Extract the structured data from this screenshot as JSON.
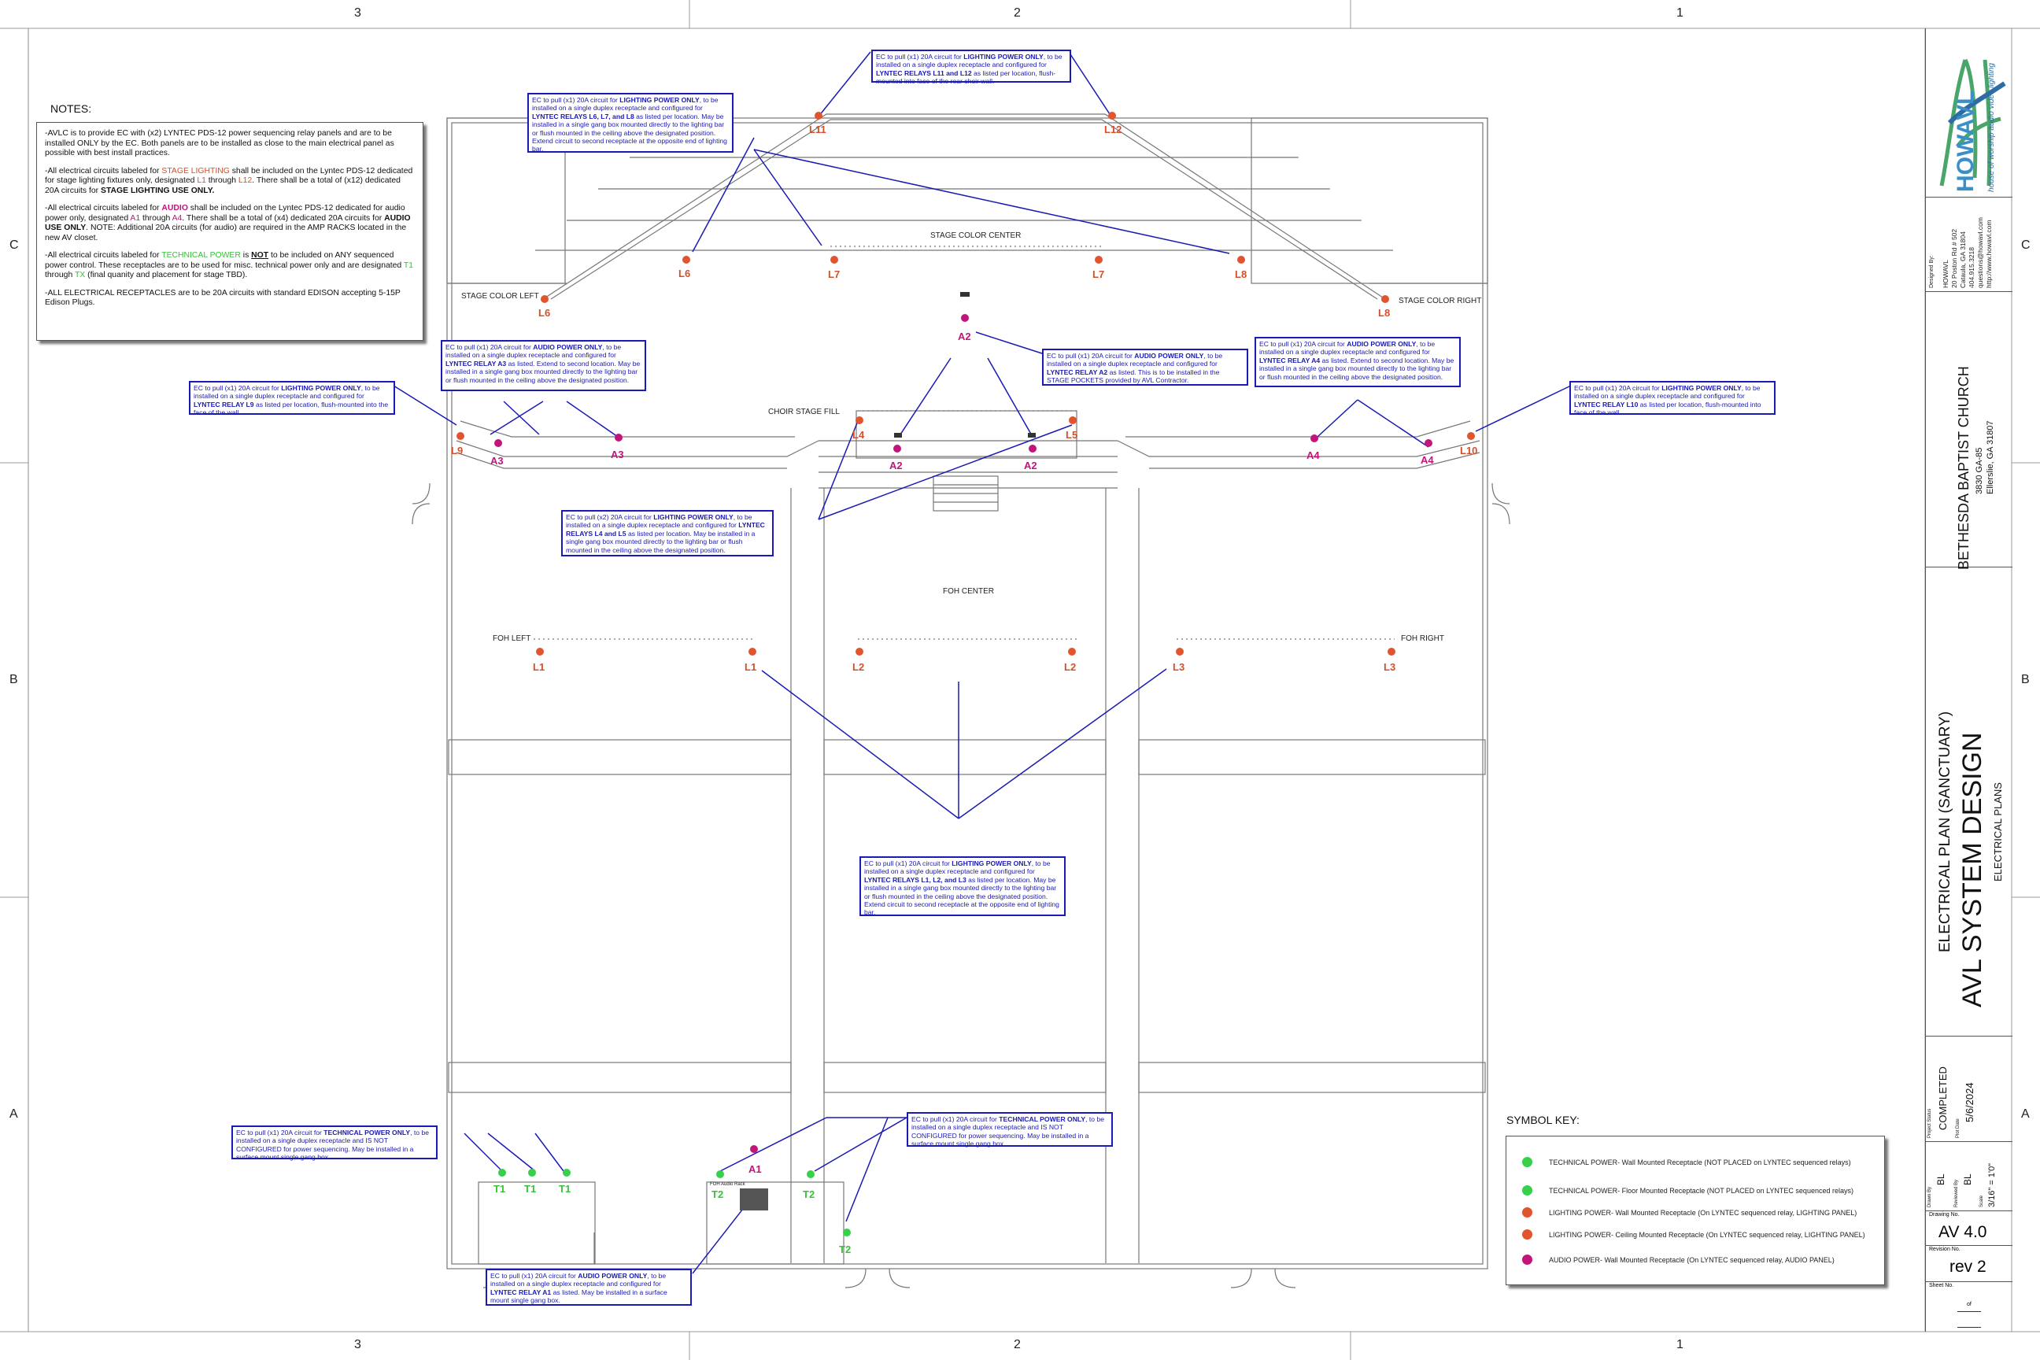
{
  "grid": {
    "top": [
      "3",
      "2",
      "1"
    ],
    "bottom": [
      "3",
      "2",
      "1"
    ],
    "left": [
      "C",
      "B",
      "A"
    ],
    "right": [
      "C",
      "B",
      "A"
    ]
  },
  "notes": {
    "title": "NOTES:",
    "p1": "-AVLC is to provide EC with (x2) LYNTEC PDS-12 power sequencing relay panels and are to be installed ONLY by the EC.  Both panels are to be installed as close to the main electrical panel as possible with best install practices.",
    "p2a": "-All electrical circuits labeled for ",
    "p2b": "STAGE LIGHTING",
    "p2c": " shall be included on the Lyntec PDS-12 dedicated for stage lighting fixtures only, designated ",
    "p2d": "L1",
    "p2e": " through ",
    "p2f": "L12",
    "p2g": ".  There shall be a total of (x12) dedicated 20A circuits for ",
    "p2h": "STAGE LIGHTING USE ONLY.",
    "p3a": "-All electrical circuits labeled for ",
    "p3b": "AUDIO",
    "p3c": " shall be included on the Lyntec PDS-12 dedicated for audio power only, designated ",
    "p3d": "A1",
    "p3e": " through ",
    "p3f": "A4",
    "p3g": ".  There shall be a total of (x4) dedicated 20A circuits for ",
    "p3h": "AUDIO USE ONLY",
    "p3i": ".  NOTE: Additional 20A circuits (for audio) are required in the AMP RACKS located in the new AV closet.",
    "p4a": "-All electrical circuits labeled for ",
    "p4b": "TECHNICAL POWER",
    "p4c": " is ",
    "p4d": "NOT",
    "p4e": " to be included on ANY sequenced power control.  These receptacles are to be used for misc. technical power only and are designated ",
    "p4f": "T1",
    "p4g": " through ",
    "p4h": "TX",
    "p4i": " (final quanity and placement for stage TBD).",
    "p5": "-ALL ELECTRICAL RECEPTACLES are to be 20A circuits with standard EDISON accepting 5-15P Edison Plugs."
  },
  "area_labels": {
    "stage_color_center": "STAGE COLOR CENTER",
    "stage_color_left": "STAGE COLOR LEFT",
    "stage_color_right": "STAGE COLOR RIGHT",
    "choir_stage_fill": "CHOIR STAGE FILL",
    "foh_center": "FOH CENTER",
    "foh_left": "FOH LEFT",
    "foh_right": "FOH RIGHT",
    "foh_audio_rack": "FOH Audio Rack"
  },
  "nodes": {
    "L11": "L11",
    "L12": "L12",
    "L6": "L6",
    "L7": "L7",
    "L8": "L8",
    "L9": "L9",
    "L10": "L10",
    "L4": "L4",
    "L5": "L5",
    "L1": "L1",
    "L2": "L2",
    "L3": "L3",
    "A1": "A1",
    "A2": "A2",
    "A3": "A3",
    "A4": "A4",
    "T1": "T1",
    "T2": "T2"
  },
  "callouts": {
    "c_l11_12": {
      "pre": "EC to pull (x1) 20A circuit for ",
      "bold1": "LIGHTING POWER ONLY",
      "mid": ", to be installed on a single duplex receptacle and configured for ",
      "bold2": "LYNTEC RELAYS L11 and L12",
      "post": " as listed per location, flush-mounted into face of the rear choir wall."
    },
    "c_l6_8": {
      "pre": "EC to pull (x1) 20A circuit for ",
      "bold1": "LIGHTING POWER ONLY",
      "mid": ", to be installed on a single duplex receptacle and configured for ",
      "bold2": "LYNTEC RELAYS L6, L7, and L8",
      "post": " as listed per location.  May be installed in a single gang box mounted directly to the lighting bar or flush mounted in the ceiling above the designated position.  Extend circuit to second receptacle at the opposite end of lighting bar."
    },
    "c_a3": {
      "pre": "EC to pull (x1) 20A circuit for ",
      "bold1": "AUDIO POWER ONLY",
      "mid": ", to be installed on a single duplex receptacle and configured for ",
      "bold2": "LYNTEC RELAY A3",
      "post": " as listed.  Extend to second location.  May be installed in a single gang box mounted directly to the lighting bar or flush mounted in the ceiling above the designated position."
    },
    "c_a2": {
      "pre": "EC to pull (x1) 20A circuit for ",
      "bold1": "AUDIO POWER ONLY",
      "mid": ", to be installed on a single duplex receptacle and configured for ",
      "bold2": "LYNTEC RELAY A2",
      "post": " as listed.  This is to be installed in the STAGE POCKETS provided by AVL Contractor."
    },
    "c_a4": {
      "pre": "EC to pull (x1) 20A circuit for ",
      "bold1": "AUDIO POWER ONLY",
      "mid": ", to be installed on a single duplex receptacle and configured for ",
      "bold2": "LYNTEC RELAY A4",
      "post": " as listed.  Extend to second location.  May be installed in a single gang box mounted directly to the lighting bar or flush mounted in the ceiling above the designated position."
    },
    "c_l9": {
      "pre": "EC to pull (x1) 20A circuit for ",
      "bold1": "LIGHTING POWER ONLY",
      "mid": ", to be installed on a single duplex receptacle and configured for ",
      "bold2": "LYNTEC RELAY L9",
      "post": " as listed per location, flush-mounted into the face of the wall."
    },
    "c_l10": {
      "pre": "EC to pull (x1) 20A circuit for ",
      "bold1": "LIGHTING POWER ONLY",
      "mid": ", to be installed on a single duplex receptacle and configured for ",
      "bold2": "LYNTEC RELAY L10",
      "post": " as listed per location, flush-mounted into face of the wall."
    },
    "c_l4_5": {
      "pre": "EC to pull (x2) 20A circuit for ",
      "bold1": "LIGHTING POWER ONLY",
      "mid": ", to be installed on a single duplex receptacle and configured for ",
      "bold2": "LYNTEC RELAYS L4 and L5",
      "post": " as listed per location.  May be installed in a single gang box mounted directly to the lighting bar or flush mounted in the ceiling above the designated position."
    },
    "c_l1_3": {
      "pre": "EC to pull (x1) 20A circuit for ",
      "bold1": "LIGHTING POWER ONLY",
      "mid": ", to be installed on a single duplex receptacle and configured for ",
      "bold2": "LYNTEC RELAYS L1, L2, and L3",
      "post": " as listed per location.  May be installed in a single gang box mounted directly to the lighting bar or flush mounted in the ceiling above the designated position.  Extend circuit to second receptacle at the opposite end of lighting bar."
    },
    "c_t1": {
      "pre": "EC to pull (x1) 20A circuit for ",
      "bold1": "TECHNICAL POWER ONLY",
      "mid": ", to be installed on a single duplex receptacle and IS NOT CONFIGURED for power sequencing. May be installed in a surface mount single gang box.",
      "bold2": "",
      "post": ""
    },
    "c_t2": {
      "pre": "EC to pull (x1) 20A circuit for ",
      "bold1": "TECHNICAL POWER ONLY",
      "mid": ", to be installed on a single duplex receptacle and IS NOT CONFIGURED for power sequencing. May be installed in a surface mount single gang box.",
      "bold2": "",
      "post": ""
    },
    "c_a1": {
      "pre": "EC to pull (x1) 20A circuit for ",
      "bold1": "AUDIO POWER ONLY",
      "mid": ", to be installed on a single duplex receptacle and configured for ",
      "bold2": "LYNTEC RELAY A1",
      "post": " as listed.  May be installed in a surface mount single gang box."
    }
  },
  "symbol_key": {
    "title": "SYMBOL KEY:",
    "items": [
      {
        "text": "TECHNICAL POWER- Wall Mounted Receptacle (NOT PLACED on LYNTEC sequenced relays)",
        "color": "#37d04a"
      },
      {
        "text": "TECHNICAL POWER- Floor Mounted Receptacle (NOT PLACED on LYNTEC sequenced relays)",
        "color": "#37d04a"
      },
      {
        "text": "LIGHTING POWER- Wall Mounted Receptacle (On LYNTEC sequenced relay, LIGHTING PANEL)",
        "color": "#e0552e"
      },
      {
        "text": "LIGHTING POWER- Ceiling Mounted Receptacle (On LYNTEC sequenced relay, LIGHTING PANEL)",
        "color": "#e0552e"
      },
      {
        "text": "AUDIO POWER- Wall Mounted Receptacle (On LYNTEC sequenced relay, AUDIO PANEL)",
        "color": "#c2157a"
      }
    ]
  },
  "title_block": {
    "logo_text": "HOWAVL",
    "logo_tagline": "house of worship audio video lighting",
    "designed_by_label": "Designed By:",
    "company": "HOWAVL",
    "addr1": "20 Poston Rd # 502",
    "addr2": "Cataula, GA 31804",
    "phone": "404.915.3218",
    "email": "questions@howavl.com",
    "web": "http://www.howavl.com",
    "client": "BETHESDA BAPTIST CHURCH",
    "client_addr1": "3830 GA-85",
    "client_addr2": "Ellerslie, GA 31807",
    "drawing_title": "ELECTRICAL PLAN (SANCTUARY)",
    "system": "AVL SYSTEM DESIGN",
    "sheet_type": "ELECTRICAL PLANS",
    "project_status_label": "Project Status",
    "project_status": "COMPLETED",
    "plot_date_label": "Plot Date",
    "plot_date": "5/6/2024",
    "drawn_by_label": "Drawn By",
    "drawn_by": "BL",
    "reviewed_by_label": "Reviewed By",
    "reviewed_by": "BL",
    "scale_label": "Scale",
    "scale": "3/16\" = 1'0\"",
    "drawing_no_label": "Drawing No.",
    "drawing_no": "AV 4.0",
    "revision_label": "Revision No.",
    "revision": "rev 2",
    "sheet_no_label": "Sheet No.",
    "of": "of"
  },
  "colors": {
    "lighting": "#e0552e",
    "audio": "#c2157a",
    "technical": "#37d04a",
    "callout": "#1a1ab5"
  }
}
